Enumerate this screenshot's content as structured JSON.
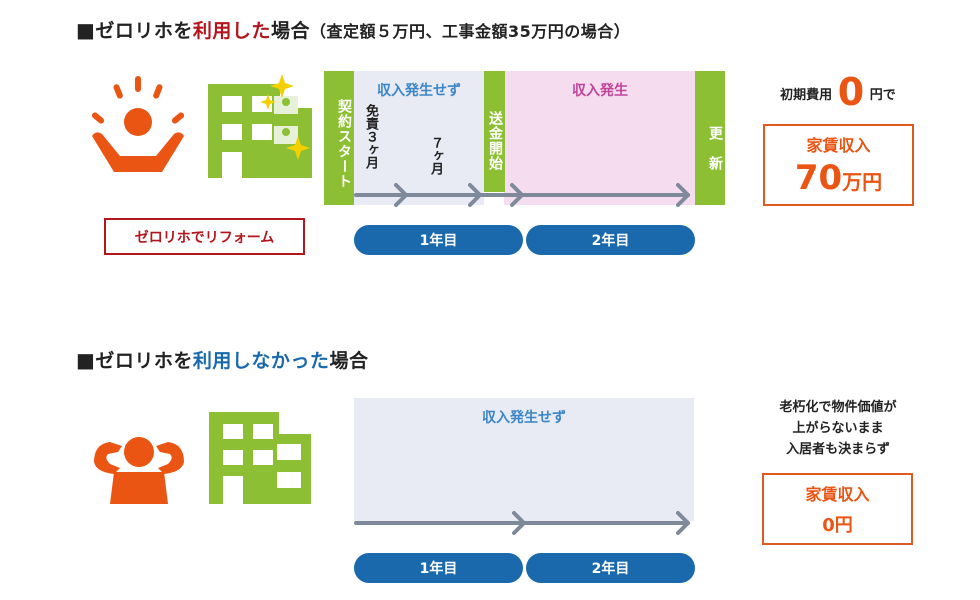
{
  "colors": {
    "accent_red": "#b3151d",
    "accent_blue": "#1a69ad",
    "green": "#8cbf34",
    "orange": "#ea5514",
    "panel_blue": "#e8eaf4",
    "panel_pink": "#f5dcef",
    "arrow": "#7e8a9a"
  },
  "with_zerorriho": {
    "heading": {
      "square": "■",
      "prefix": "ゼロリホを",
      "highlight": "利用した",
      "suffix": "場合",
      "sub": "（査定額５万円、工事金額35万円の場合）"
    },
    "reform_label": "ゼロリホでリフォーム",
    "contract_start": "契約スタート",
    "no_income_label": "収入発生せず",
    "rent_exemption": "免責３ヶ月",
    "seven_months": "７ヶ月",
    "remit_start": "送金開始",
    "income_label": "収入発生",
    "renewal": "更新",
    "year1": "1年目",
    "year2": "2年目",
    "initial_cost_label": "初期費用",
    "initial_cost_value": "0",
    "initial_cost_unit": "円で",
    "rent_income_label": "家賃収入",
    "rent_income_value": "70",
    "rent_income_unit": "万円"
  },
  "without_zerorriho": {
    "heading": {
      "square": "■",
      "prefix": "ゼロリホを",
      "highlight": "利用しなかった",
      "suffix": "場合"
    },
    "no_income_label": "収入発生せず",
    "year1": "1年目",
    "year2": "2年目",
    "note_lines": [
      "老朽化で物件価値が",
      "上がらないまま",
      "入居者も決まらず"
    ],
    "rent_income_label": "家賃収入",
    "rent_income_value": "0円"
  }
}
